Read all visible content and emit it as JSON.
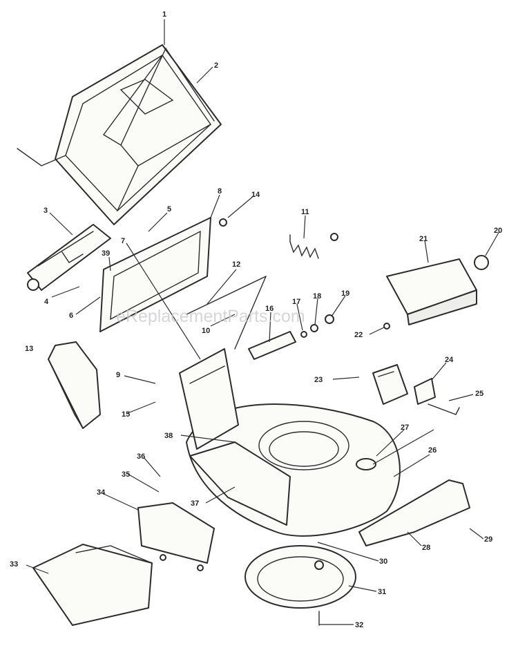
{
  "watermark": "eReplacementParts.com",
  "callouts": [
    "1",
    "2",
    "3",
    "4",
    "5",
    "6",
    "7",
    "8",
    "9",
    "10",
    "11",
    "12",
    "13",
    "14",
    "15",
    "16",
    "17",
    "18",
    "19",
    "20",
    "21",
    "22",
    "23",
    "24",
    "25",
    "26",
    "27",
    "28",
    "29",
    "30",
    "31",
    "32",
    "33",
    "34",
    "35",
    "36",
    "37",
    "38",
    "39"
  ],
  "colors": {
    "line": "#2b2b2b",
    "fill": "#fbfbf8",
    "watermark": "#c8c8c8"
  }
}
